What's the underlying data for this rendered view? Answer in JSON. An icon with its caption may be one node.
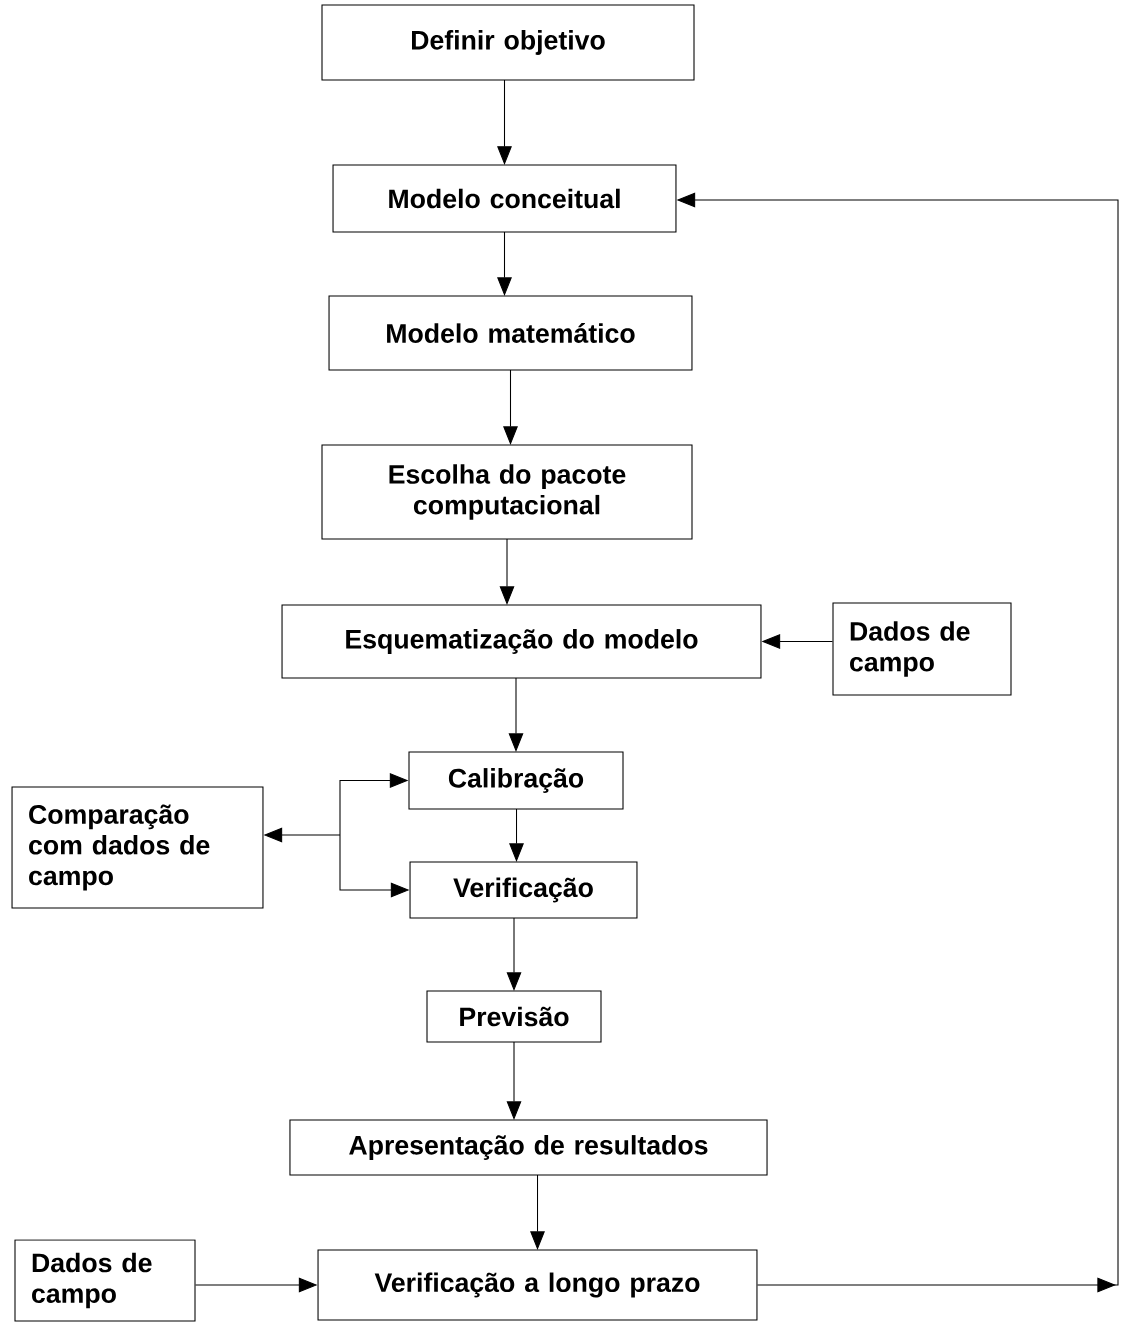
{
  "diagram": {
    "nodes": [
      {
        "text": [
          "Definir objetivo"
        ]
      },
      {
        "text": [
          "Modelo conceitual"
        ]
      },
      {
        "text": [
          "Modelo matemático"
        ]
      },
      {
        "text": [
          "Escolha do pacote computacional"
        ]
      },
      {
        "text": [
          "Esquematização do modelo"
        ]
      },
      {
        "text": [
          "Dados de campo"
        ]
      },
      {
        "text": [
          "Calibração"
        ]
      },
      {
        "text": [
          "Comparação com dados de campo"
        ]
      },
      {
        "text": [
          "Verificação"
        ]
      },
      {
        "text": [
          "Previsão"
        ]
      },
      {
        "text": [
          "Apresentação de resultados"
        ]
      },
      {
        "text": [
          "Dados de campo"
        ]
      },
      {
        "text": [
          "Verificação a longo prazo"
        ]
      }
    ],
    "edges": [
      {
        "from": 0,
        "to": 1,
        "arrow": "to"
      },
      {
        "from": 1,
        "to": 2,
        "arrow": "to"
      },
      {
        "from": 2,
        "to": 3,
        "arrow": "to"
      },
      {
        "from": 3,
        "to": 4,
        "arrow": "to"
      },
      {
        "from": 5,
        "to": 4,
        "arrow": "to"
      },
      {
        "from": 4,
        "to": 6,
        "arrow": "to"
      },
      {
        "from": 7,
        "to": 6,
        "arrow": "both"
      },
      {
        "from": 7,
        "to": 8,
        "arrow": "both"
      },
      {
        "from": 6,
        "to": 8,
        "arrow": "to"
      },
      {
        "from": 8,
        "to": 9,
        "arrow": "to"
      },
      {
        "from": 9,
        "to": 10,
        "arrow": "to"
      },
      {
        "from": 10,
        "to": 12,
        "arrow": "to"
      },
      {
        "from": 11,
        "to": 12,
        "arrow": "to"
      },
      {
        "from": 12,
        "to": 1,
        "arrow": "to"
      }
    ]
  }
}
